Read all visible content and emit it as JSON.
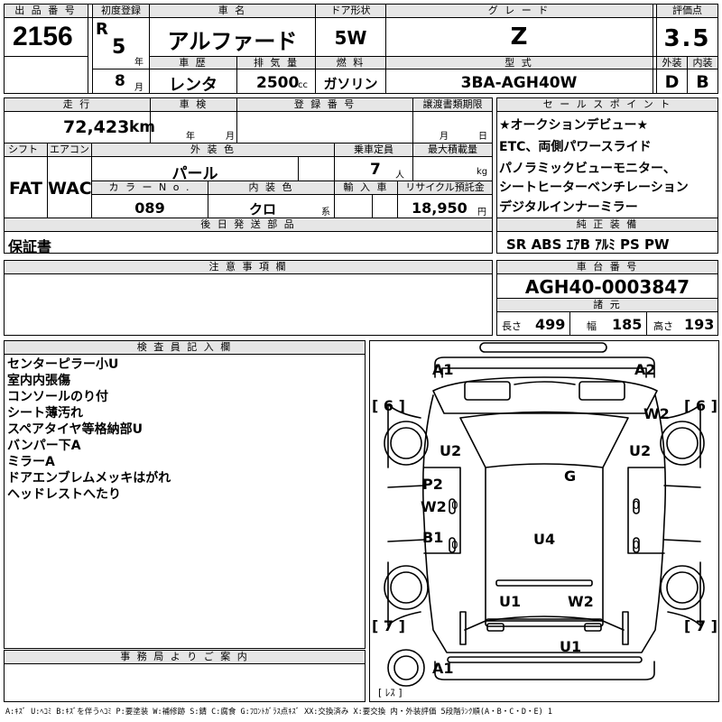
{
  "labels": {
    "lot_number": "出 品 番 号",
    "first_reg": "初度登録",
    "car_name": "車 名",
    "door": "ドア形状",
    "grade": "グ レ ー ド",
    "score": "評価点",
    "year_unit": "年",
    "month_unit": "月",
    "history": "車 歴",
    "displacement": "排 気 量",
    "fuel": "燃 料",
    "model": "型 式",
    "exterior": "外装",
    "interior": "内装",
    "mileage": "走 行",
    "inspection": "車 検",
    "reg_no": "登 録 番 号",
    "transfer": "譲渡書類期限",
    "sales_point": "セ ー ル ス ポ イ ン ト",
    "shift": "シフト",
    "aircon": "エアコン",
    "ext_color": "外 装 色",
    "capacity": "乗車定員",
    "max_load": "最大積載量",
    "color_no": "カ ラ ー N o .",
    "int_color": "内 装 色",
    "import": "輸 入 車",
    "recycle": "リサイクル預託金",
    "later_parts": "後 日 発 送 部 品",
    "standard": "純 正 装 備",
    "notes": "注 意 事 項 欄",
    "chassis": "車 台 番 号",
    "dims": "諸 元",
    "length": "長さ",
    "width": "幅",
    "height": "高さ",
    "inspector": "検 査 員 記 入 欄",
    "office": "事 務 局 よ り ご 案 内",
    "km_unit": "km",
    "person_unit": "人",
    "kg_unit": "kg",
    "yen_unit": "円",
    "kei_unit": "系",
    "cc_unit": "cc",
    "year_label": "年",
    "month_label": "月",
    "day_label": "日"
  },
  "values": {
    "lot_number": "2156",
    "era": "R",
    "year": "5",
    "month": "8",
    "car_name": "アルファード",
    "door": "5W",
    "grade": "Z",
    "score": "3.5",
    "history": "レンタ",
    "displacement": "2500",
    "fuel": "ガソリン",
    "model": "3BA-AGH40W",
    "exterior": "D",
    "interior": "B",
    "mileage": "72,423",
    "shift": "FAT",
    "aircon": "WAC",
    "ext_color": "パール",
    "capacity": "7",
    "color_no": "089",
    "int_color": "クロ",
    "recycle": "18,950",
    "later_parts": "保証書",
    "chassis": "AGH40-0003847",
    "length": "499",
    "width": "185",
    "height": "193"
  },
  "sales_points": [
    "★オークションデビュー★",
    "ETC、両側パワースライド",
    "パノラミックビューモニター、",
    "シートヒーターベンチレーション",
    "デジタルインナーミラー"
  ],
  "standard_equipment": "SR ABS ｴｱB ｱﾙﾐ PS PW",
  "inspector_notes": [
    "センターピラー小U",
    "室内内張傷",
    "コンソールのり付",
    "シート薄汚れ",
    "スペアタイヤ等格納部U",
    "バンパー下A",
    "ミラーA",
    "ドアエンブレムメッキはがれ",
    "ヘッドレストへたり"
  ],
  "damage_marks": {
    "a1_top": "A1",
    "a2_top": "A2",
    "six_left": "[ 6 ]",
    "six_right": "[ 6 ]",
    "w2_right": "W2",
    "u2_left": "U2",
    "u2_right": "U2",
    "g": "G",
    "p2": "P2",
    "w2_left": "W2",
    "b1": "B1",
    "u4": "U4",
    "u1_left": "U1",
    "w2_bottom": "W2",
    "seven_left": "[ 7 ]",
    "seven_right": "[ 7 ]",
    "u1_rear": "U1",
    "a1_bottom": "A1",
    "spare": "[ ﾚｽ ]",
    "zero1": "0",
    "zero2": "0",
    "zero3": "0",
    "zero4": "0"
  },
  "legend": "A:ｷｽﾞ U:ﾍｺﾐ B:ｷｽﾞを伴うﾍｺﾐ P:要塗装 W:補修跡 S:錆 C:腐食 G:ﾌﾛﾝﾄｶﾞﾗｽ点ｷｽﾞ XX:交換済み X:要交換 内・外装評価 5段階ﾗﾝｸ順(A・B・C・D・E) 1"
}
